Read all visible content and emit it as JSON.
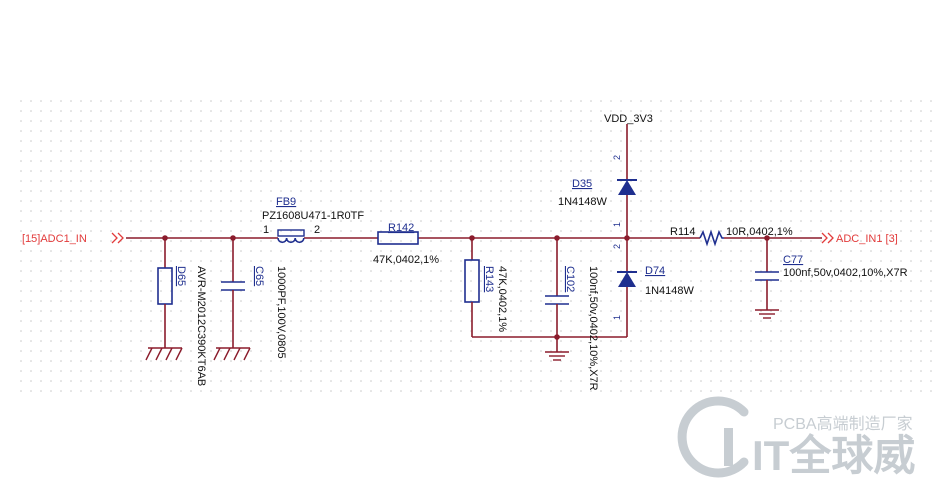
{
  "nets": {
    "input": "[15]ADC1_IN",
    "output": "ADC_IN1 [3]",
    "supply": "VDD_3V3"
  },
  "components": {
    "d65": {
      "ref": "D65",
      "value": "AVR-M2012C390KT6AB"
    },
    "c65": {
      "ref": "C65",
      "value": "1000PF,100V,0805"
    },
    "fb9": {
      "ref": "FB9",
      "value": "PZ1608U471-1R0TF",
      "pin1": "1",
      "pin2": "2"
    },
    "r142": {
      "ref": "R142",
      "value": "47K,0402,1%"
    },
    "r143": {
      "ref": "R143",
      "value": "47K,0402,1%"
    },
    "c102": {
      "ref": "C102",
      "value": "100nf,50v,0402,10%,X7R"
    },
    "d35": {
      "ref": "D35",
      "value": "1N4148W",
      "pin_top": "2",
      "pin_bottom": "1"
    },
    "d74": {
      "ref": "D74",
      "value": "1N4148W",
      "pin_top": "2",
      "pin_bottom": "1"
    },
    "r114": {
      "ref": "R114",
      "value": "10R,0402,1%"
    },
    "c77": {
      "ref": "C77",
      "value": "100nf,50v,0402,10%,X7R"
    }
  },
  "watermark": {
    "small": "PCBA高端制造厂家",
    "brand": "IT全球威"
  },
  "colors": {
    "wire": "#8b1c2c",
    "component": "#1f2f8f",
    "net_label": "#e23b3b",
    "grid_dot": "#c9c9c9",
    "watermark": "#c7cdd2"
  }
}
